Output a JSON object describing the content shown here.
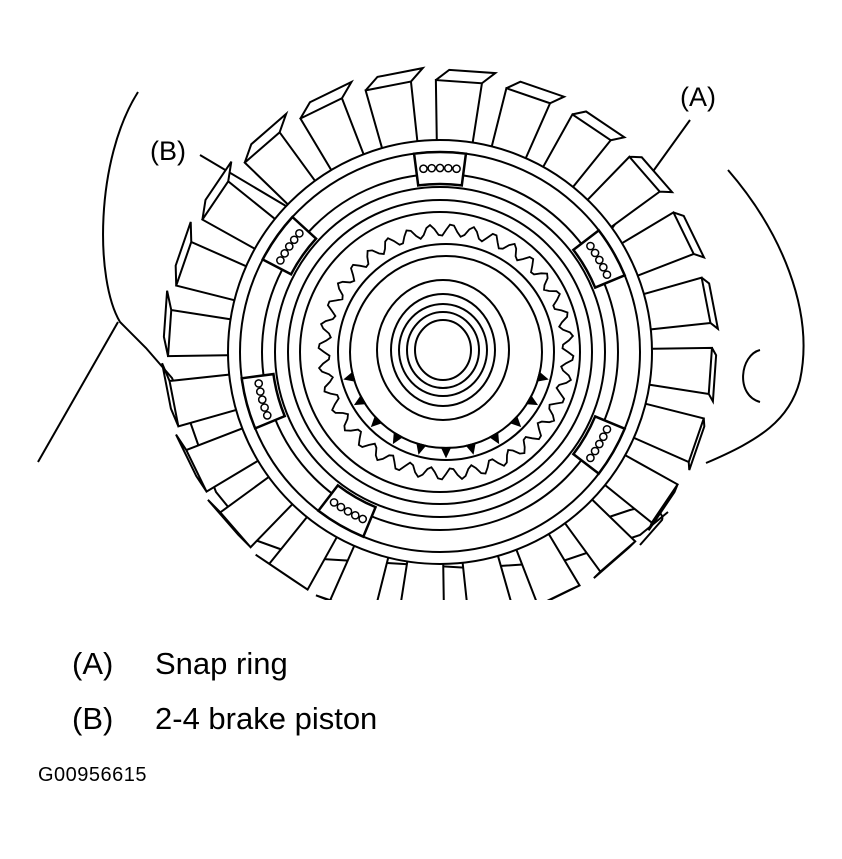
{
  "callouts": {
    "a": "(A)",
    "b": "(B)"
  },
  "legend": [
    {
      "key": "(A)",
      "text": "Snap ring"
    },
    {
      "key": "(B)",
      "text": "2-4 brake piston"
    }
  ],
  "figure_id": "G00956615",
  "colors": {
    "line": "#000000",
    "background": "#ffffff"
  }
}
